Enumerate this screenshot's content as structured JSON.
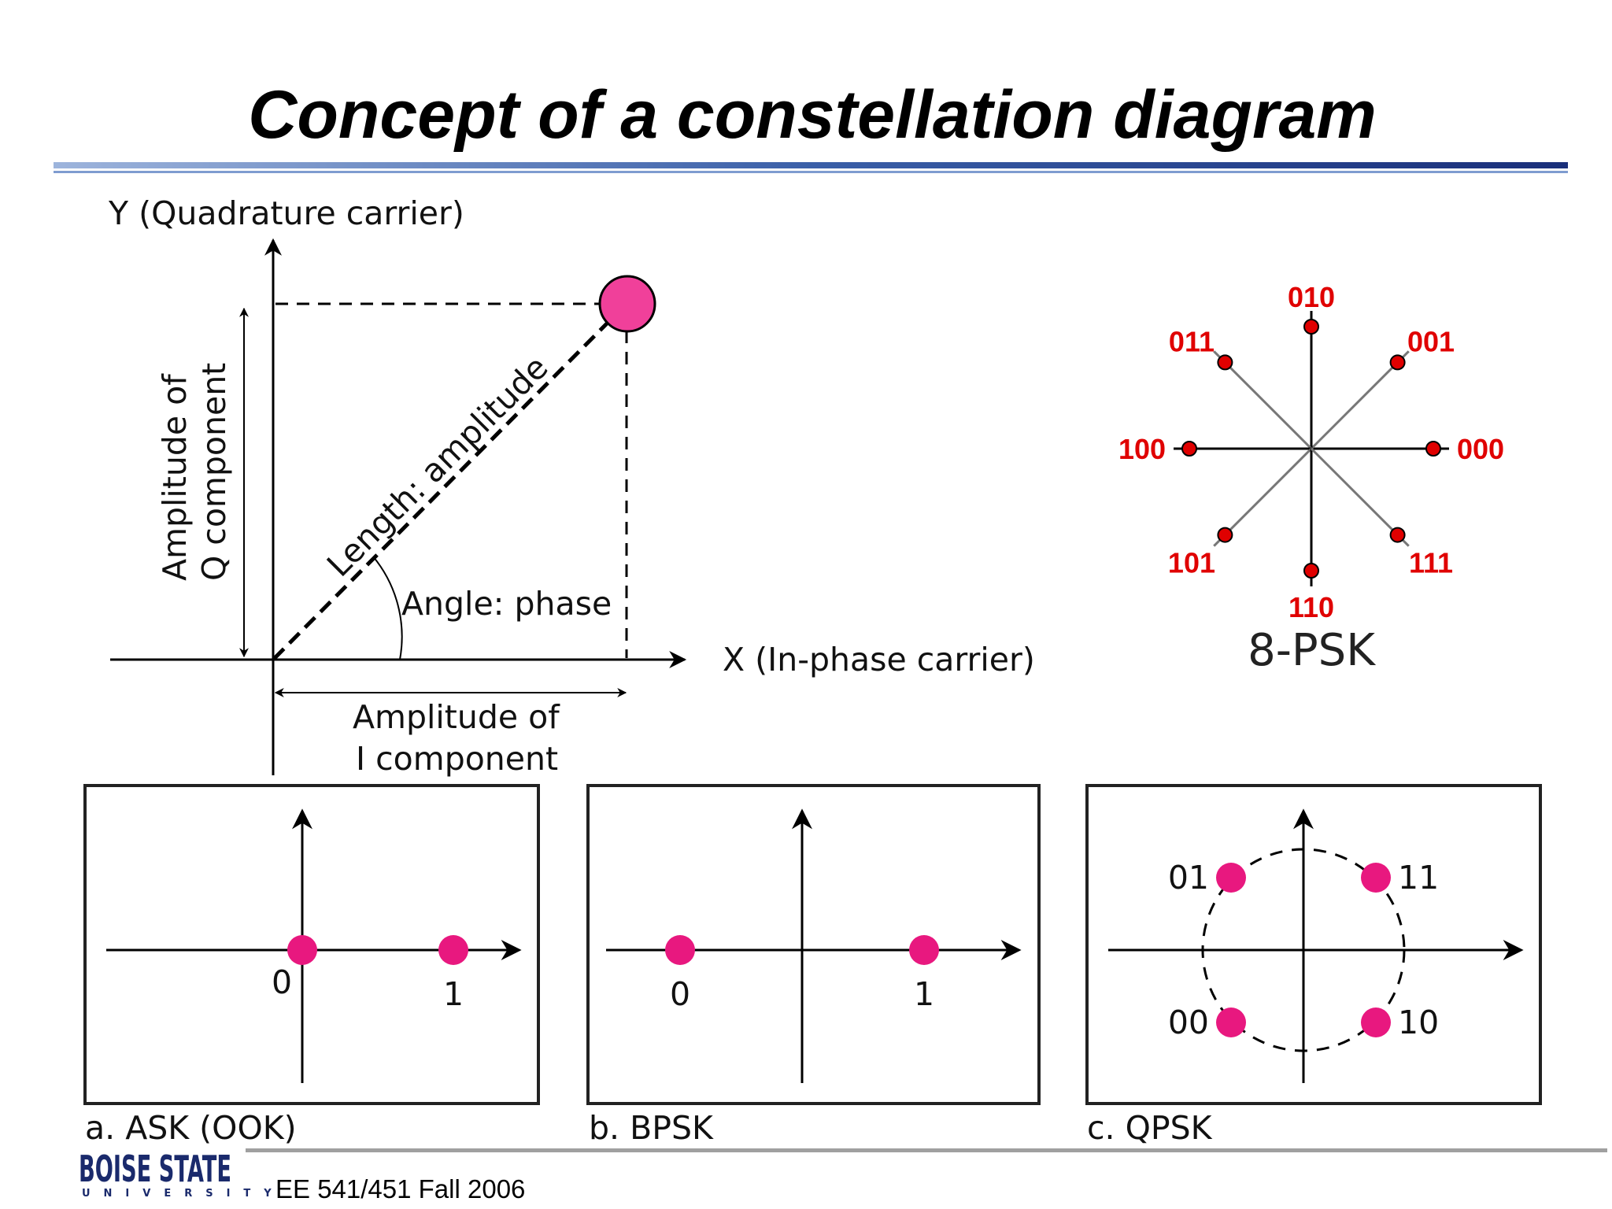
{
  "title": "Concept of a constellation diagram",
  "main_diagram": {
    "y_axis_label": "Y (Quadrature carrier)",
    "x_axis_label": "X (In-phase carrier)",
    "q_amplitude_line1": "Amplitude of",
    "q_amplitude_line2": "Q component",
    "i_amplitude_line1": "Amplitude of",
    "i_amplitude_line2": "I component",
    "length_label": "Length: amplitude",
    "angle_label": "Angle: phase",
    "point_color": "#f0409a"
  },
  "psk8": {
    "title": "8-PSK",
    "color": "#e00000",
    "symbols": [
      {
        "bits": "000",
        "angle_deg": 0
      },
      {
        "bits": "001",
        "angle_deg": 45
      },
      {
        "bits": "010",
        "angle_deg": 90
      },
      {
        "bits": "011",
        "angle_deg": 135
      },
      {
        "bits": "100",
        "angle_deg": 180
      },
      {
        "bits": "101",
        "angle_deg": 225
      },
      {
        "bits": "110",
        "angle_deg": 270
      },
      {
        "bits": "111",
        "angle_deg": 315
      }
    ]
  },
  "panels": {
    "ask": {
      "caption": "a. ASK (OOK)",
      "points": [
        {
          "i": 0,
          "q": 0,
          "label": "0"
        },
        {
          "i": 1,
          "q": 0,
          "label": "1"
        }
      ]
    },
    "bpsk": {
      "caption": "b. BPSK",
      "points": [
        {
          "i": -1,
          "q": 0,
          "label": "0"
        },
        {
          "i": 1,
          "q": 0,
          "label": "1"
        }
      ]
    },
    "qpsk": {
      "caption": "c. QPSK",
      "points": [
        {
          "i": -1,
          "q": 1,
          "label": "01"
        },
        {
          "i": 1,
          "q": 1,
          "label": "11"
        },
        {
          "i": -1,
          "q": -1,
          "label": "00"
        },
        {
          "i": 1,
          "q": -1,
          "label": "10"
        }
      ]
    },
    "point_color": "#e8187f"
  },
  "footer": {
    "course": "EE 541/451 Fall 2006",
    "logo_top": "BOISE STATE",
    "logo_bottom": "UNIVERSITY"
  }
}
